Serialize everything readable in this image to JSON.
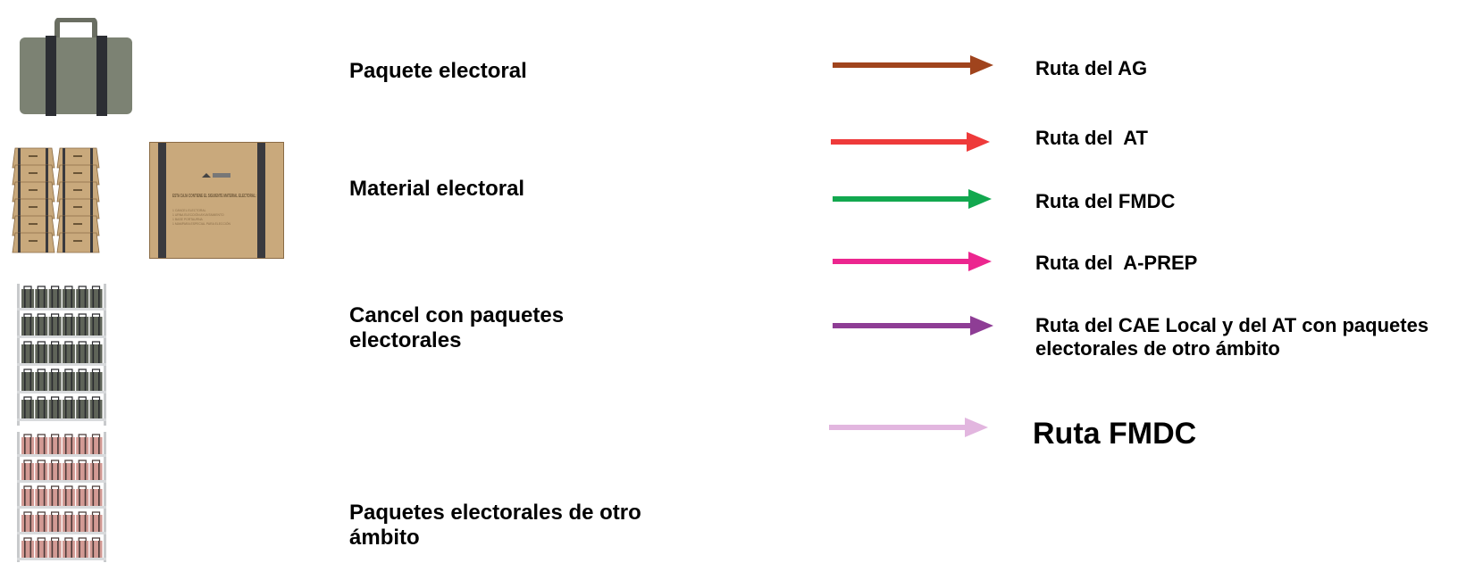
{
  "legend_items": [
    {
      "label": "Paquete electoral",
      "icon": "suitcase-icon"
    },
    {
      "label": "Material electoral",
      "icon": "box-icon"
    },
    {
      "label": "Cancel con paquetes electorales",
      "icon": "shelf-icon"
    },
    {
      "label": "Paquetes electorales de otro ámbito",
      "icon": "shelf-pink-icon"
    }
  ],
  "routes": [
    {
      "label": "Ruta del AG",
      "color": "#a0441d"
    },
    {
      "label": "Ruta del  AT",
      "color": "#ee3a3a"
    },
    {
      "label": "Ruta del FMDC",
      "color": "#12a84f"
    },
    {
      "label": "Ruta del  A-PREP",
      "color": "#ec268f"
    },
    {
      "label": "Ruta del CAE Local y del AT con paquetes electorales de otro ámbito",
      "color": "#8e3d95"
    },
    {
      "label": "Ruta FMDC",
      "color": "#e2b6df"
    }
  ],
  "box_text": {
    "header": "ESTA CAJA CONTIENE EL SIGUIENTE MATERIAL ELECTORAL:",
    "lines": [
      "1 CANCEL ELECTORAL",
      "1 URNA ELECCIÓN AYUNTAMIENTO",
      "1 BASE PORTAURNA",
      "1 MAMPARA ESPECIAL PARA ELECCIÓN"
    ]
  }
}
